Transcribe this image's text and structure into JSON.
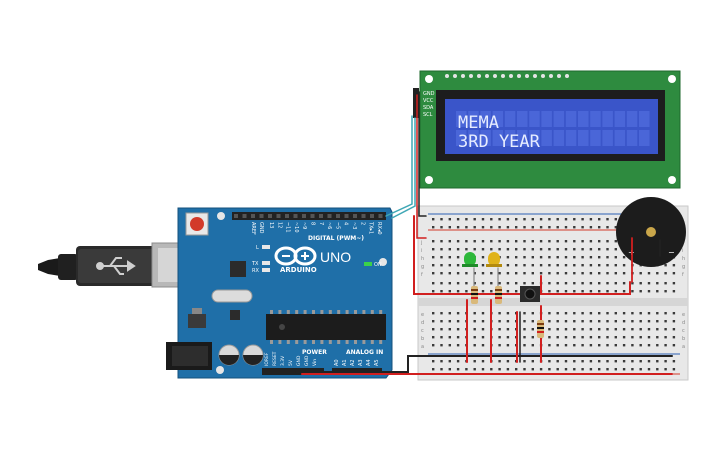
{
  "lcd": {
    "line1": "MEMA",
    "line2": "3RD YEAR",
    "pins": [
      "GND",
      "VCC",
      "SDA",
      "SCL"
    ]
  },
  "arduino": {
    "brand": "ARDUINO",
    "model": "UNO",
    "on_label": "ON",
    "digital_label": "DIGITAL (PWM~)",
    "power_label": "POWER",
    "analog_label": "ANALOG IN",
    "aref": "AREF",
    "gnd": "GND",
    "digital_pins": [
      "13",
      "12",
      "~11",
      "~10",
      "~9",
      "8",
      "7",
      "~6",
      "~5",
      "4",
      "~3",
      "2",
      "TX▸1",
      "RX◂0"
    ],
    "power_pins": [
      "IOREF",
      "RESET",
      "3.3V",
      "5V",
      "GND",
      "GND",
      "Vin"
    ],
    "analog_pins": [
      "A0",
      "A1",
      "A2",
      "A3",
      "A4",
      "A5"
    ],
    "led_labels": [
      "L",
      "TX",
      "RX"
    ]
  },
  "breadboard": {
    "row_letters_top": [
      "j",
      "i",
      "h",
      "g",
      "f"
    ],
    "row_letters_bottom": [
      "e",
      "d",
      "c",
      "b",
      "a"
    ]
  },
  "buzzer": {
    "plus": "+",
    "minus": "−"
  },
  "colors": {
    "lcd_board": "#2e8b3f",
    "lcd_screen": "#3a55c9",
    "arduino_board": "#1f6fa8",
    "wire_red": "#d11f1f",
    "wire_black": "#222222",
    "wire_teal": "#3fa7b5",
    "led_green": "#2db83a",
    "led_yellow": "#e0b31a"
  }
}
